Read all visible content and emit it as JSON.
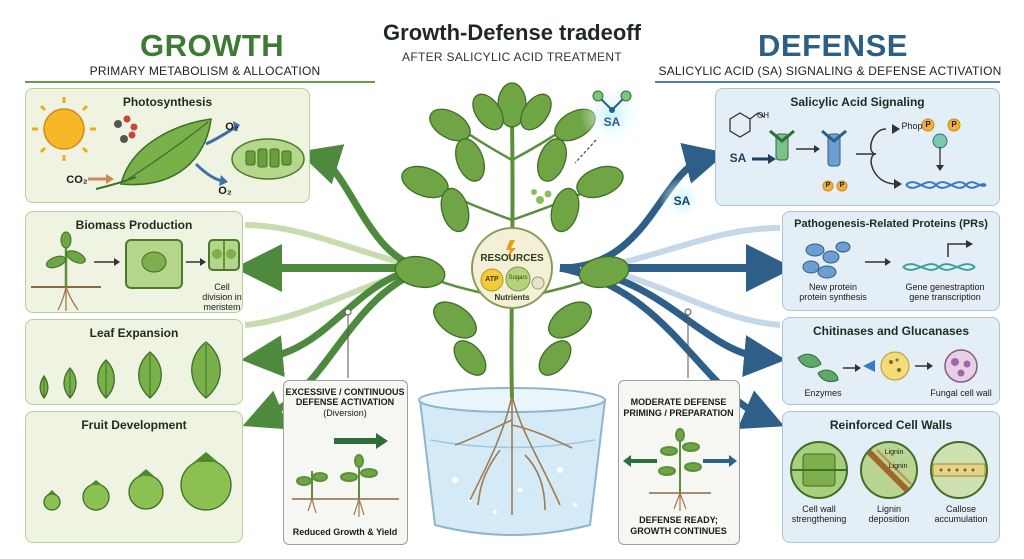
{
  "header": {
    "growth": "GROWTH",
    "growth_sub": "PRIMARY METABOLISM & ALLOCATION",
    "title": "Growth-Defense tradeoff",
    "subtitle": "AFTER SALICYLIC ACID TREATMENT",
    "defense": "DEFENSE",
    "defense_sub": "SALICYLIC ACID (SA) SIGNALING & DEFENSE ACTIVATION"
  },
  "growth_panels": {
    "photosynthesis": {
      "title": "Photosynthesis",
      "co2": "CO₂",
      "o2_top": "O₂",
      "o2_bottom": "O₂"
    },
    "biomass": {
      "title": "Biomass Production",
      "cell_division": "Cell division in meristem"
    },
    "leaf": {
      "title": "Leaf Expansion"
    },
    "fruit": {
      "title": "Fruit Development"
    }
  },
  "defense_panels": {
    "sa_signaling": {
      "title": "Salicylic Acid Signaling",
      "sa": "SA",
      "oh": "OH",
      "phop": "Phop",
      "p": "P"
    },
    "prs": {
      "title": "Pathogenesis-Related Proteins (PRs)",
      "new_protein_1": "New protein",
      "new_protein_2": "protein synthesis",
      "gene_1": "Gene genestraption",
      "gene_2": "gene transcription"
    },
    "chitinases": {
      "title": "Chitinases and Glucanases",
      "enzymes": "Enzymes",
      "fungal": "Fungal cell wall"
    },
    "cell_walls": {
      "title": "Reinforced Cell Walls",
      "cw1": "Cell wall",
      "cw2": "strengthening",
      "lignin_1": "Lignin",
      "lignin_2": "deposition",
      "callose_1": "Callose",
      "callose_2": "accumulation",
      "lignin_tag": "Lignin"
    }
  },
  "center": {
    "sa_molecule": "SA",
    "sa_signal": "SA",
    "resources": "RESOURCES",
    "atp": "ATP",
    "sugars": "Sugars",
    "nutrients": "Nutrients"
  },
  "bottom_boxes": {
    "excessive": {
      "line1": "EXCESSIVE / CONTINUOUS",
      "line2": "DEFENSE ACTIVATION",
      "line3": "(Diversion)",
      "caption": "Reduced Growth & Yield"
    },
    "moderate": {
      "line1": "MODERATE DEFENSE",
      "line2": "PRIMING / PREPARATION",
      "caption1": "DEFENSE READY;",
      "caption2": "GROWTH CONTINUES"
    }
  },
  "colors": {
    "growth": "#3f7a34",
    "defense": "#2d5f86",
    "growth_panel": "#eef4e1",
    "defense_panel": "#e3eef7"
  }
}
